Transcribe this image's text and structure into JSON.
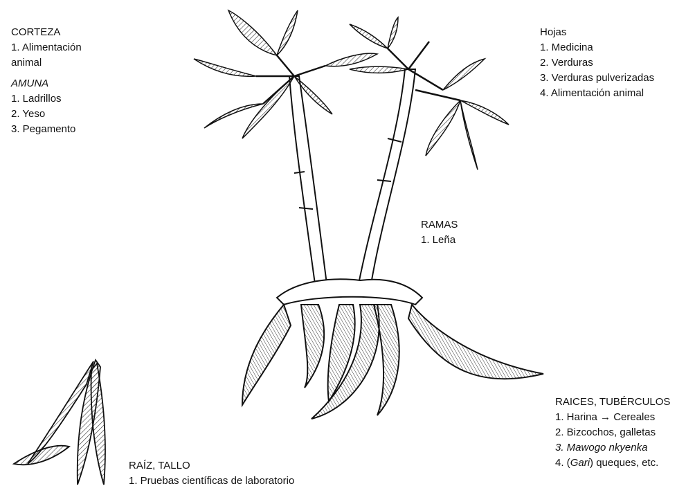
{
  "corteza": {
    "heading": "CORTEZA",
    "item1a": "1. Alimentación",
    "item1b": "animal"
  },
  "amuna": {
    "heading": "AMUNA",
    "items": [
      "1. Ladrillos",
      "2. Yeso",
      "3. Pegamento"
    ]
  },
  "hojas": {
    "heading": "Hojas",
    "items": [
      "1. Medicina",
      "2. Verduras",
      "3. Verduras pulverizadas",
      "4. Alimentación animal"
    ]
  },
  "ramas": {
    "heading": "RAMAS",
    "items": [
      "1. Leña"
    ]
  },
  "raices": {
    "heading": "RAICES, TUBÉRCULOS",
    "item1": "1. Harina → Cereales",
    "item2": "2. Bizcochos, galletas",
    "item3": "3. Mawogo nkyenka",
    "item4_part1": "4. (",
    "item4_ital": "Gari",
    "item4_part2": ") queques, etc."
  },
  "raiz_tallo": {
    "heading": "RAÍZ, TALLO",
    "items": [
      "1. Pruebas científicas de laboratorio"
    ]
  },
  "colors": {
    "ink": "#111111",
    "hatch": "#333333",
    "paper": "#ffffff"
  },
  "icons": [
    "cassava-plant-drawing",
    "stem-cuttings-drawing"
  ]
}
